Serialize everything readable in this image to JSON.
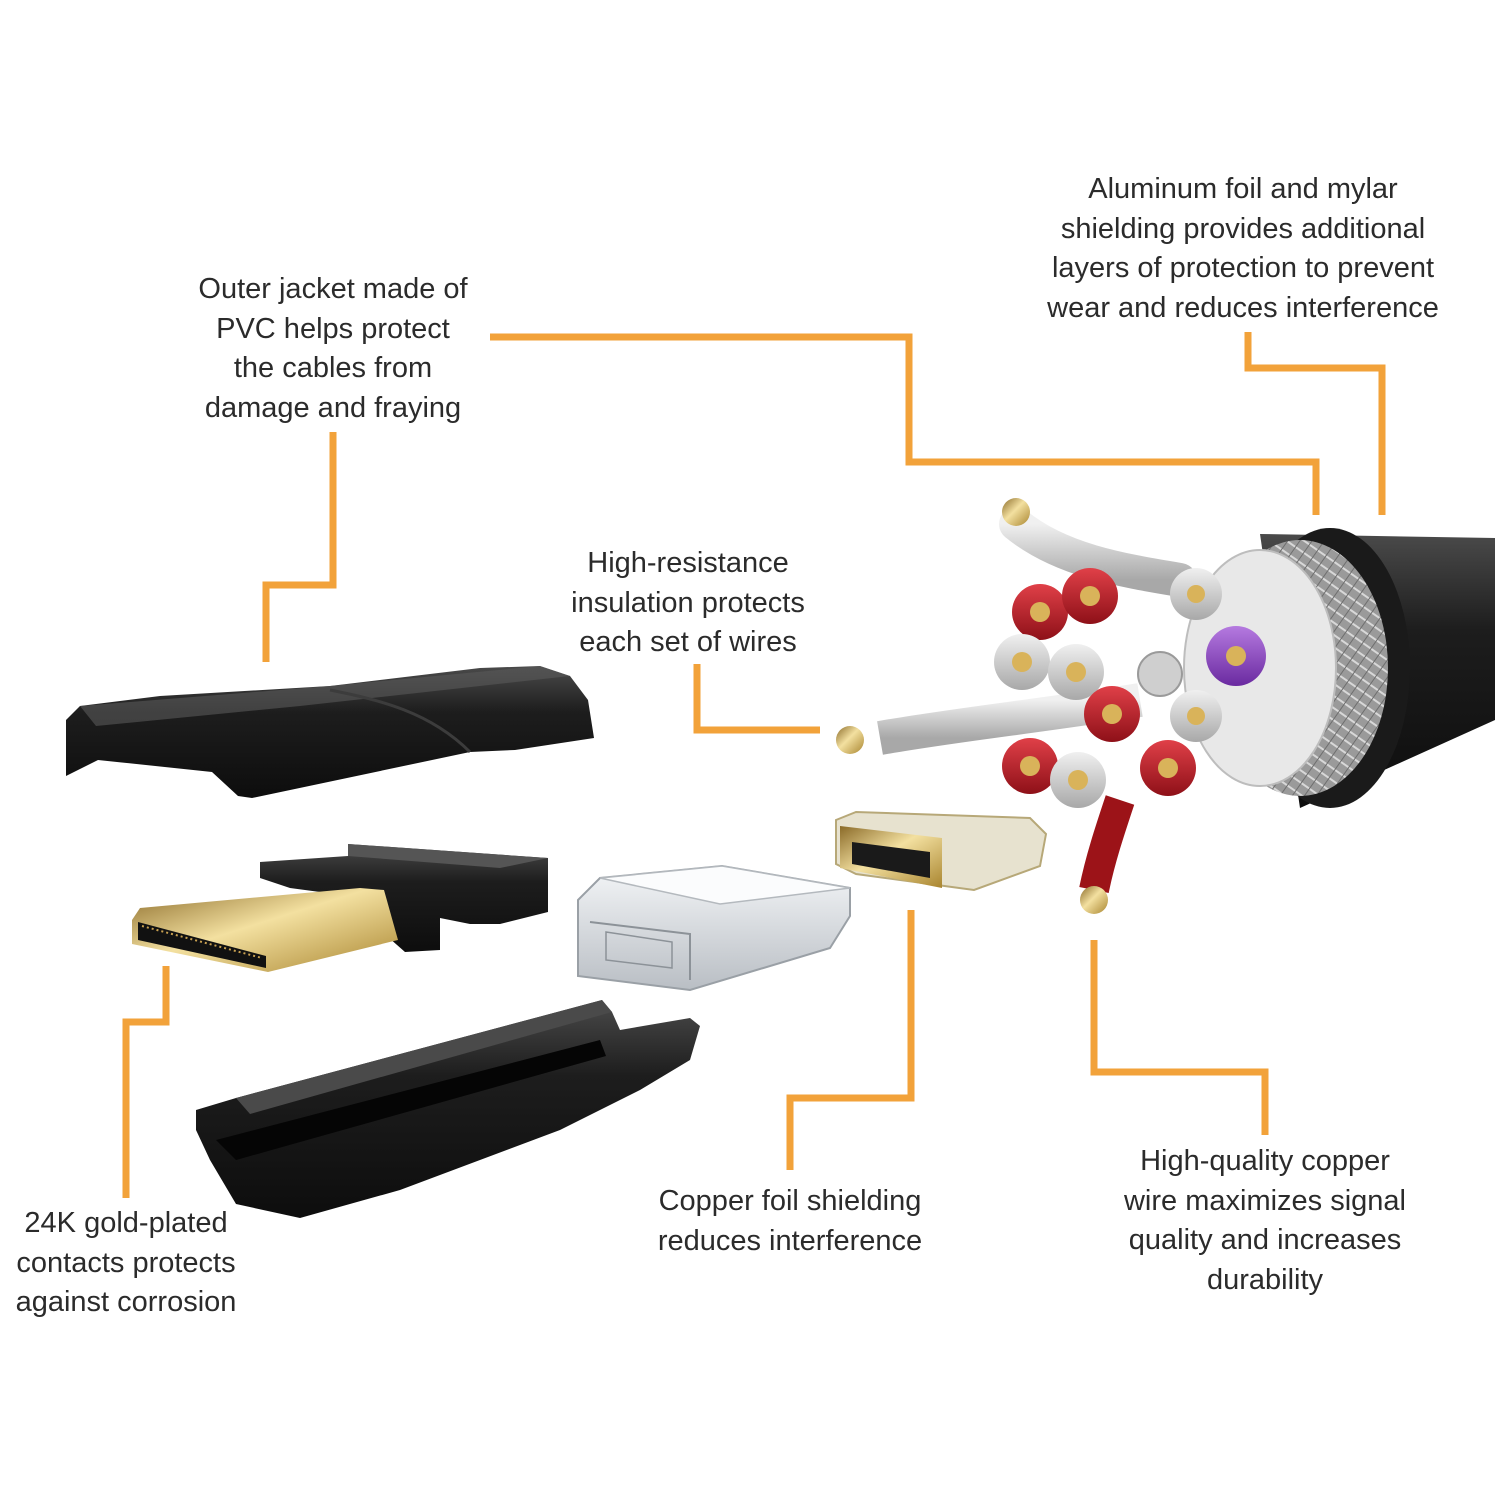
{
  "colors": {
    "leader_line": "#F2A23A",
    "text": "#2b2b2b",
    "plastic_black": "#1c1c1c",
    "gold": "#d9b35a",
    "wire_red": "#c4202a",
    "wire_purple": "#8a3fc0",
    "wire_gray": "#d6d6d6"
  },
  "callouts": {
    "aluminum_foil": {
      "lines": [
        "Aluminum foil and mylar",
        "shielding provides additional",
        "layers of protection to prevent",
        "wear and reduces interference"
      ]
    },
    "outer_jacket": {
      "lines": [
        "Outer jacket made of",
        "PVC helps protect",
        "the cables from",
        "damage and fraying"
      ]
    },
    "insulation": {
      "lines": [
        "High-resistance",
        "insulation protects",
        "each set of wires"
      ]
    },
    "gold_contacts": {
      "lines": [
        "24K gold-plated",
        "contacts protects",
        "against corrosion"
      ]
    },
    "copper_foil": {
      "lines": [
        "Copper foil shielding",
        "reduces interference"
      ]
    },
    "copper_wire": {
      "lines": [
        "High-quality copper",
        "wire maximizes signal",
        "quality and increases",
        "durability"
      ]
    }
  }
}
